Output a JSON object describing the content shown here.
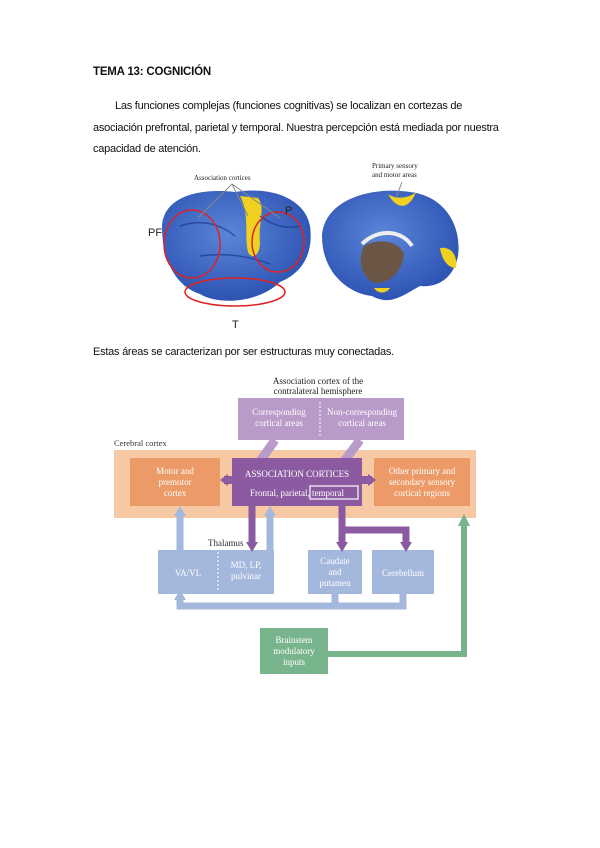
{
  "doc": {
    "title": "TEMA 13: COGNICIÓN",
    "paragraph": "Las funciones complejas (funciones cognitivas) se localizan en cortezas de asociación prefrontal, parietal y temporal. Nuestra percepción está mediada por nuestra capacidad de atención.",
    "caption2": "Estas áreas se caracterizan por ser estructuras muy conectadas."
  },
  "brain_figure": {
    "label_association": "Association cortices",
    "label_primary_1": "Primary sensory",
    "label_primary_2": "and motor areas",
    "label_pf": "PF",
    "label_p": "P",
    "label_t": "T"
  },
  "diagram": {
    "top_label_1": "Association cortex of the",
    "top_label_2": "contralateral hemisphere",
    "corr_1": "Corresponding",
    "corr_2": "cortical areas",
    "noncorr_1": "Non-corresponding",
    "noncorr_2": "cortical areas",
    "cerebral_cortex": "Cerebral cortex",
    "motor_1": "Motor and",
    "motor_2": "premotor",
    "motor_3": "cortex",
    "assoc_1": "ASSOCIATION CORTICES",
    "assoc_2": "Frontal, parietal, temporal",
    "other_1": "Other primary and",
    "other_2": "secondary sensory",
    "other_3": "cortical regions",
    "thalamus": "Thalamus",
    "vavl": "VA/VL",
    "md_1": "MD, LP,",
    "md_2": "pulvinar",
    "caudate_1": "Caudate",
    "caudate_2": "and",
    "caudate_3": "putamen",
    "cerebellum": "Cerebellum",
    "brainstem_1": "Brainstem",
    "brainstem_2": "modulatory",
    "brainstem_3": "inputs",
    "colors": {
      "purple_light": "#b89bc9",
      "purple_dark": "#8b5aa0",
      "orange_bg": "#f6c8a3",
      "orange_box": "#ec9a67",
      "blue_box": "#a4b7dc",
      "green_box": "#79b58c"
    }
  }
}
